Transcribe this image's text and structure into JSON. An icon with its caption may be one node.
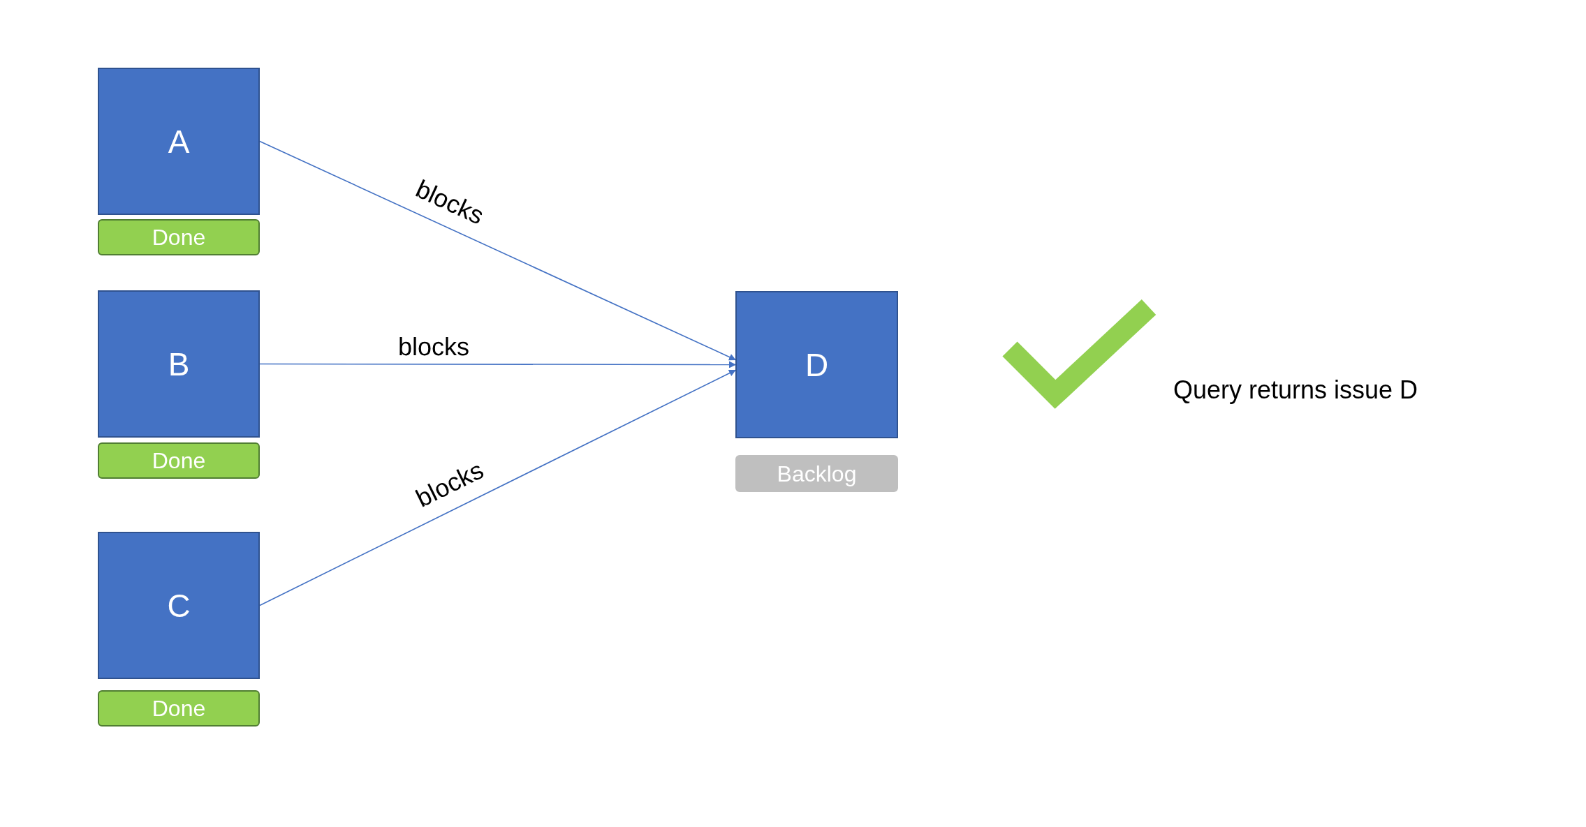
{
  "diagram": {
    "nodes": [
      {
        "text": [
          "A"
        ]
      },
      {
        "text": [
          "Done"
        ]
      },
      {
        "text": [
          "B"
        ]
      },
      {
        "text": [
          "Done"
        ]
      },
      {
        "text": [
          "C"
        ]
      },
      {
        "text": [
          "Done"
        ]
      },
      {
        "text": [
          "D"
        ]
      },
      {
        "text": [
          "Backlog"
        ]
      }
    ],
    "edges": [
      {
        "from": 0,
        "to": 6,
        "arrow": "to",
        "label": "blocks"
      },
      {
        "from": 2,
        "to": 6,
        "arrow": "to",
        "label": "blocks"
      },
      {
        "from": 4,
        "to": 6,
        "arrow": "to",
        "label": "blocks"
      }
    ],
    "labels": [
      "Query returns issue D"
    ]
  }
}
